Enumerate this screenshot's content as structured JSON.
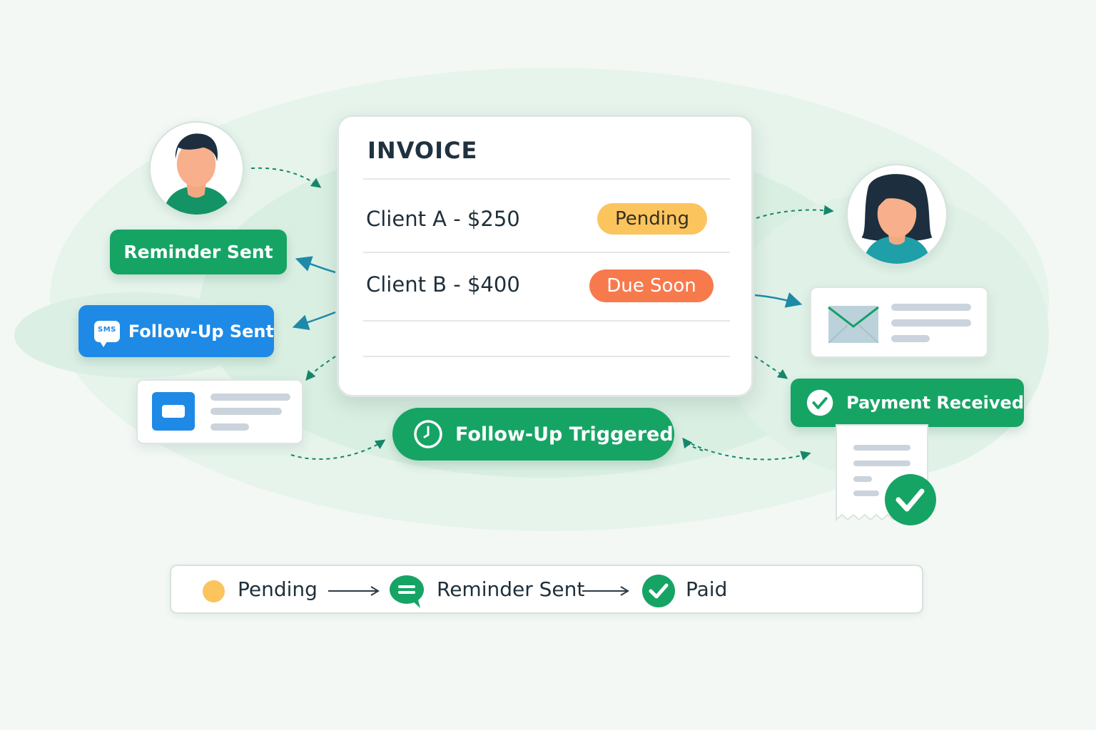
{
  "invoice": {
    "title": "INVOICE",
    "rows": [
      {
        "label": "Client A - $250",
        "status": "Pending",
        "status_color": "#fbc45d"
      },
      {
        "label": "Client B - $400",
        "status": "Due Soon",
        "status_color": "#f77a4d"
      }
    ]
  },
  "left": {
    "reminder_label": "Reminder Sent",
    "followup_label": "Follow-Up Sent",
    "sms_icon_text": "SMS"
  },
  "center": {
    "followup_triggered_label": "Follow-Up Triggered"
  },
  "right": {
    "payment_received_label": "Payment Received"
  },
  "legend": {
    "steps": [
      "Pending",
      "Reminder Sent",
      "Paid"
    ]
  },
  "colors": {
    "green": "#16a465",
    "blue": "#1e8ae6",
    "pending": "#fbc45d",
    "due": "#f77a4d",
    "background": "#f3f8f5"
  }
}
